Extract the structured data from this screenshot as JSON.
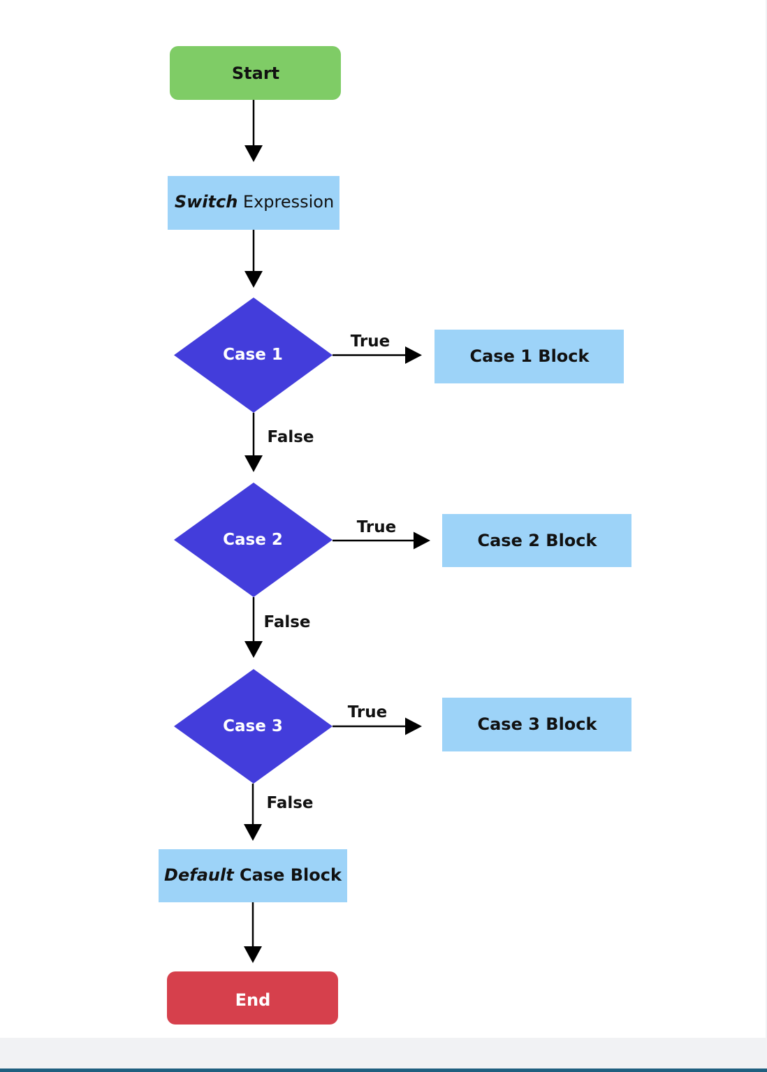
{
  "diagram": {
    "start": {
      "label": "Start",
      "color": "#7fcc66"
    },
    "switch": {
      "italic": "Switch",
      "rest": " Expression",
      "color": "#9dd3f8"
    },
    "decisions": [
      {
        "label": "Case 1",
        "color": "#433ddb",
        "true_label": "True",
        "false_label": "False",
        "block": "Case 1 Block"
      },
      {
        "label": "Case 2",
        "color": "#433ddb",
        "true_label": "True",
        "false_label": "False",
        "block": "Case 2 Block"
      },
      {
        "label": "Case 3",
        "color": "#433ddb",
        "true_label": "True",
        "false_label": "False",
        "block": "Case 3 Block"
      }
    ],
    "default_block": {
      "italic": "Default",
      "rest": " Case Block",
      "color": "#9dd3f8"
    },
    "end": {
      "label": "End",
      "color": "#d6404c"
    },
    "block_color": "#9dd3f8",
    "text_color": "#111111",
    "arrow_color": "#000000"
  }
}
